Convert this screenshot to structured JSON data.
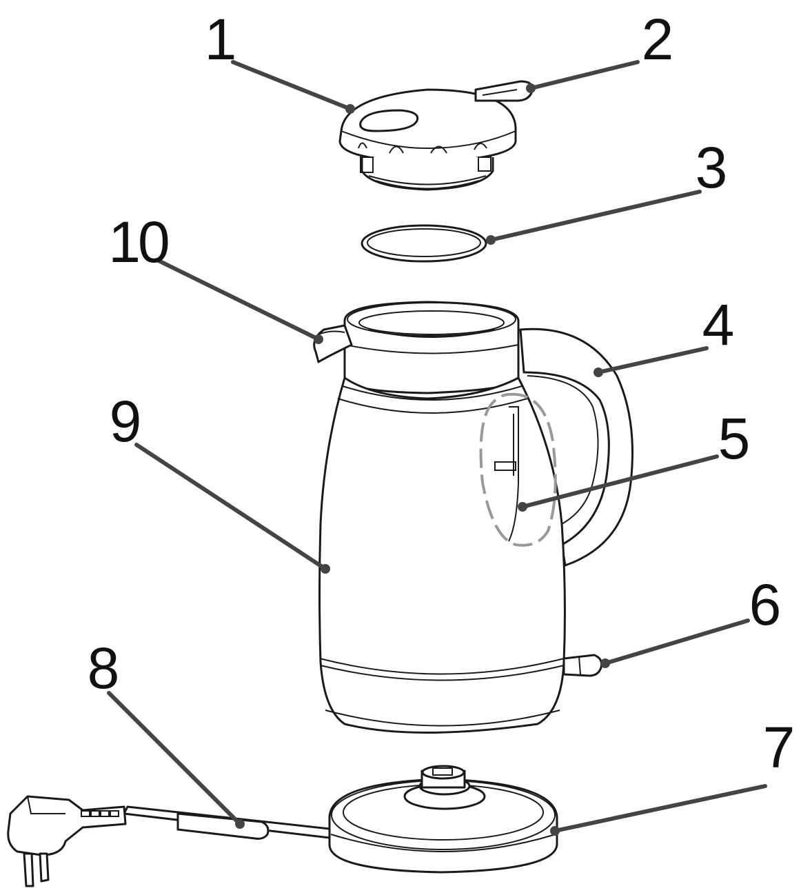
{
  "colors": {
    "line": "#1a1a1a",
    "leader": "#444444",
    "window_outline": "#999999",
    "background": "#ffffff"
  },
  "callouts": [
    {
      "id": "lid",
      "label": "1"
    },
    {
      "id": "lid-button",
      "label": "2"
    },
    {
      "id": "lid-seal",
      "label": "3"
    },
    {
      "id": "handle",
      "label": "4"
    },
    {
      "id": "water-window",
      "label": "5"
    },
    {
      "id": "switch",
      "label": "6"
    },
    {
      "id": "power-base",
      "label": "7"
    },
    {
      "id": "power-cord",
      "label": "8"
    },
    {
      "id": "kettle-body",
      "label": "9"
    },
    {
      "id": "spout",
      "label": "10"
    }
  ]
}
